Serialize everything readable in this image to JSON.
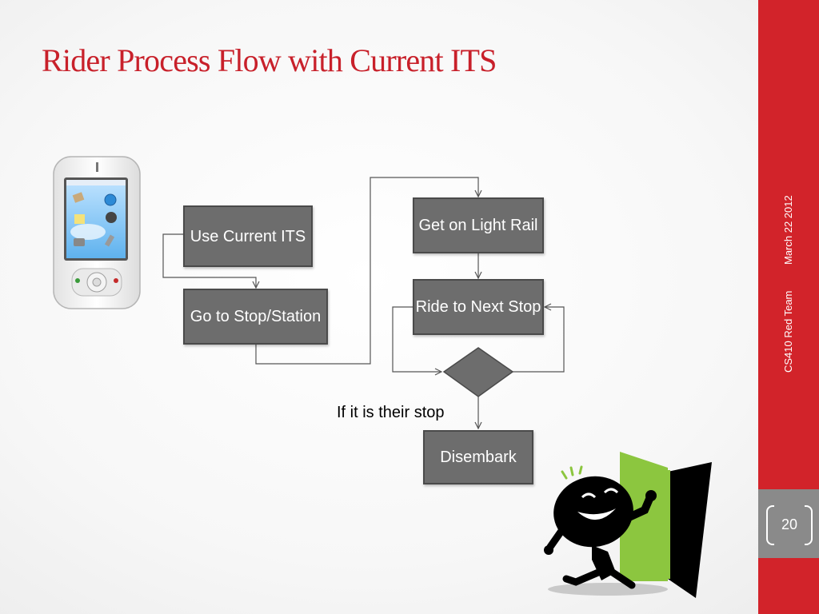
{
  "slide": {
    "title": "Rider Process Flow with Current ITS",
    "date": "March 22 2012",
    "team": "CS410 Red Team",
    "page_number": "20"
  },
  "flow": {
    "use_current_its": "Use Current ITS",
    "go_to_stop": "Go to Stop/Station",
    "get_on_light_rail": "Get on Light Rail",
    "ride_to_next_stop": "Ride to Next Stop",
    "decision_label": "If it is their stop",
    "disembark": "Disembark"
  },
  "colors": {
    "title": "#c8202a",
    "sidebar": "#d2232a",
    "box_fill": "#6d6d6d",
    "door_green": "#8cc63f"
  },
  "icons": {
    "phone": "smartphone-icon",
    "figure": "exiting-figure-icon"
  }
}
